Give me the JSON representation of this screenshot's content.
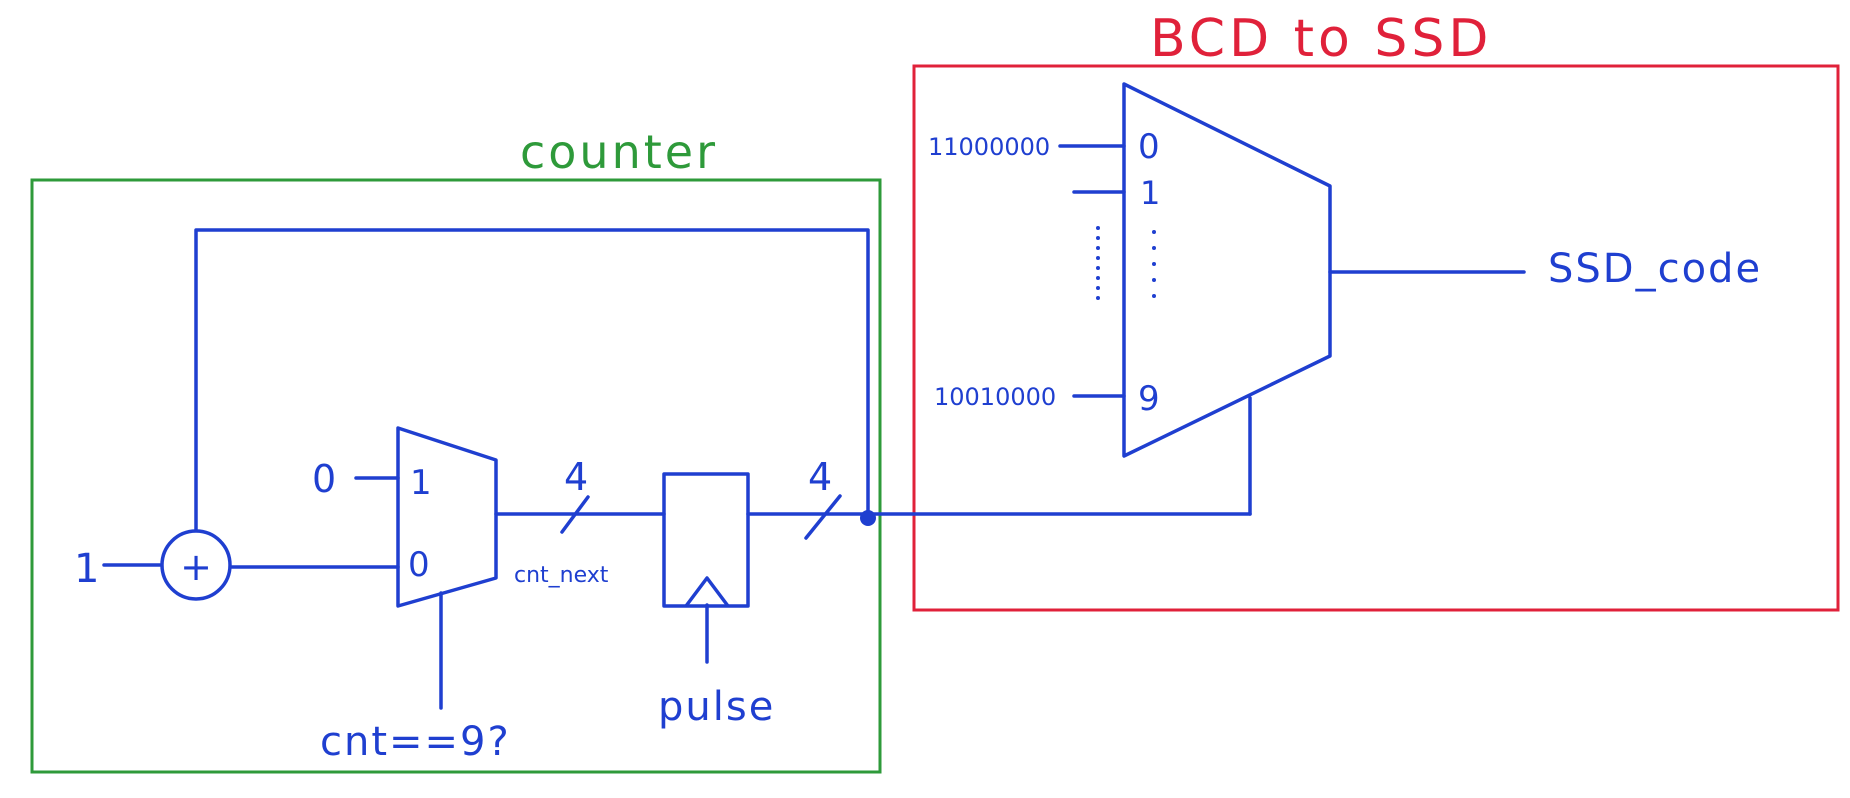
{
  "colors": {
    "wire": "#1f3fd0",
    "counter_box": "#2e9a3a",
    "bcd_box": "#e0213a",
    "background": "#ffffff"
  },
  "diagram": {
    "counter": {
      "title": "counter",
      "const_one": "1",
      "adder_symbol": "+",
      "mux_const_zero": "0",
      "mux_in_1": "1",
      "mux_in_0": "0",
      "bus_width_next": "4",
      "cnt_next_label": "cnt_next",
      "bus_width_out": "4",
      "select_label": "cnt==9?",
      "clock_label": "pulse"
    },
    "bcd_to_ssd": {
      "title": "BCD to SSD",
      "input_0_value": "11000000",
      "input_9_value": "10010000",
      "port_0": "0",
      "port_1": "1",
      "port_9": "9",
      "output_label": "SSD_code"
    }
  }
}
